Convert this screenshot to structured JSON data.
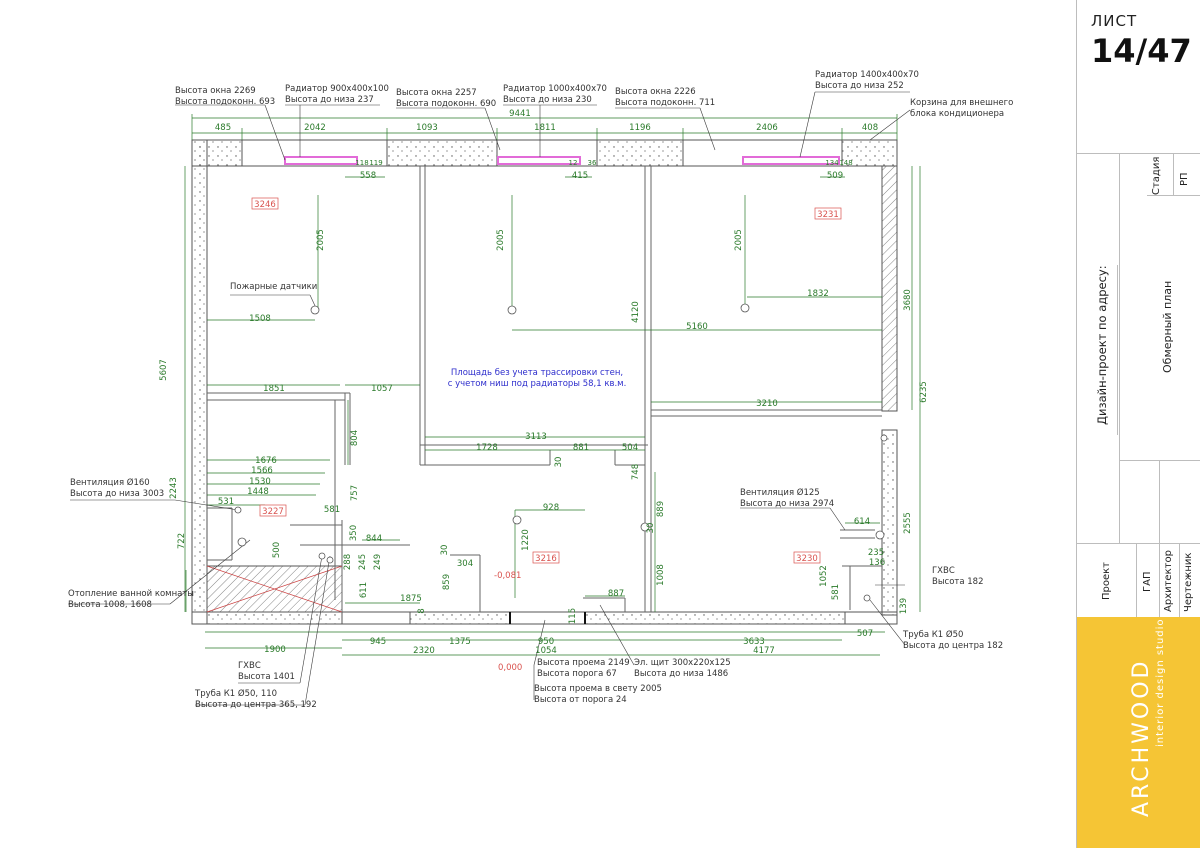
{
  "title_block": {
    "sheet_label": "ЛИСТ",
    "sheet_number": "14/47",
    "stage_label": "Стадия",
    "stage_value": "РП",
    "address_label": "Дизайн-проект по адресу:",
    "sheet_title": "Обмерный план",
    "roles": [
      "Проект",
      "ГАП",
      "Архитектор",
      "Чертежник"
    ],
    "brand_name": "ARCHWOOD",
    "brand_tagline": "interior design studio",
    "brand_color": "#f5c535"
  },
  "plan": {
    "colors": {
      "wall": "#555555",
      "dim": "#2a7a2a",
      "leader": "#3a3a3a",
      "room_tag": "#d9534f",
      "radiator": "#e26bd8",
      "area_note": "#2d2dcc"
    },
    "top_notes": {
      "window1": [
        "Высота окна 2269",
        "Высота подоконн. 693"
      ],
      "radiator1": [
        "Радиатор 900x400x100",
        "Высота до низа 237"
      ],
      "window2": [
        "Высота окна 2257",
        "Высота подоконн. 690"
      ],
      "radiator2": [
        "Радиатор 1000x400x70",
        "Высота до низа 230"
      ],
      "window3": [
        "Высота окна 2226",
        "Высота подоконн. 711"
      ],
      "radiator3": [
        "Радиатор 1400x400x70",
        "Высота до низа 252"
      ],
      "ac_basket": [
        "Корзина для внешнего",
        "блока кондиционера"
      ]
    },
    "top_dims": {
      "overall": "9441",
      "segments": [
        "485",
        "2042",
        "1093",
        "1811",
        "1196",
        "2406",
        "408"
      ],
      "sub": [
        "558",
        "415",
        "509"
      ],
      "small": [
        "118",
        "119",
        "12",
        "134",
        "148",
        "36"
      ]
    },
    "rooms": [
      "3246",
      "3231",
      "3227",
      "3216",
      "3230"
    ],
    "fire_sensors": "Пожарные датчики",
    "inner_dims": {
      "d2005a": "2005",
      "d2005b": "2005",
      "d2005c": "2005",
      "d1508": "1508",
      "d1832": "1832",
      "d4120": "4120",
      "d5160": "5160",
      "d5607": "5607",
      "d3680": "3680",
      "d6235": "6235",
      "d1851": "1851",
      "d1057": "1057",
      "d3210": "3210",
      "d3113": "3113",
      "d1728": "1728",
      "d881": "881",
      "d504": "504",
      "d804": "804",
      "d757": "757",
      "d2243": "2243",
      "d722": "722",
      "d1676": "1676",
      "d1566": "1566",
      "d1530": "1530",
      "d1448": "1448",
      "d531": "531",
      "d581": "581",
      "d844": "844",
      "d500": "500",
      "d350": "350",
      "d288": "288",
      "d245": "245",
      "d249": "249",
      "d611": "611",
      "d928": "928",
      "d1220": "1220",
      "d304": "304",
      "d859": "859",
      "d889": "889",
      "d1008": "1008",
      "d30a": "30",
      "d30b": "30",
      "d748": "748",
      "d30c": "30",
      "d614": "614",
      "d2555": "2555",
      "d235": "235",
      "d136": "136",
      "d1052": "1052",
      "d581b": "581",
      "d139": "139",
      "d1875": "1875",
      "d887": "887",
      "d8": "8",
      "d115": "115"
    },
    "bottom_dims": {
      "d1900": "1900",
      "d945": "945",
      "d1375": "1375",
      "d950": "950",
      "d3633": "3633",
      "d507": "507",
      "d2320": "2320",
      "d1054": "1054",
      "d4177": "4177"
    },
    "levels": {
      "bath": "-0,081",
      "zero": "0,000"
    },
    "area_note": [
      "Площадь без учета трассировки стен,",
      "с учетом ниш под радиаторы 58,1  кв.м."
    ],
    "notes": {
      "vent_left": [
        "Вентиляция Ø160",
        "Высота до низа 3003"
      ],
      "heating": [
        "Отопление ванной комнаты",
        "Высота 1008, 1608"
      ],
      "gvs_left": [
        "ГХВС",
        "Высота 1401"
      ],
      "pipe_left": [
        "Труба К1 Ø50, 110",
        "Высота до центра 365, 192"
      ],
      "opening": [
        "Высота проема 2149",
        "Высота порога 67"
      ],
      "opening_clear": [
        "Высота проема в свету 2005",
        "Высота от порога 24"
      ],
      "panel": [
        "Эл. щит 300x220x125",
        "Высота до низа 1486"
      ],
      "vent_right": [
        "Вентиляция Ø125",
        "Высота до низа 2974"
      ],
      "gvs_right": [
        "ГХВС",
        "Высота 182"
      ],
      "pipe_right": [
        "Труба К1 Ø50",
        "Высота до центра 182"
      ]
    }
  }
}
